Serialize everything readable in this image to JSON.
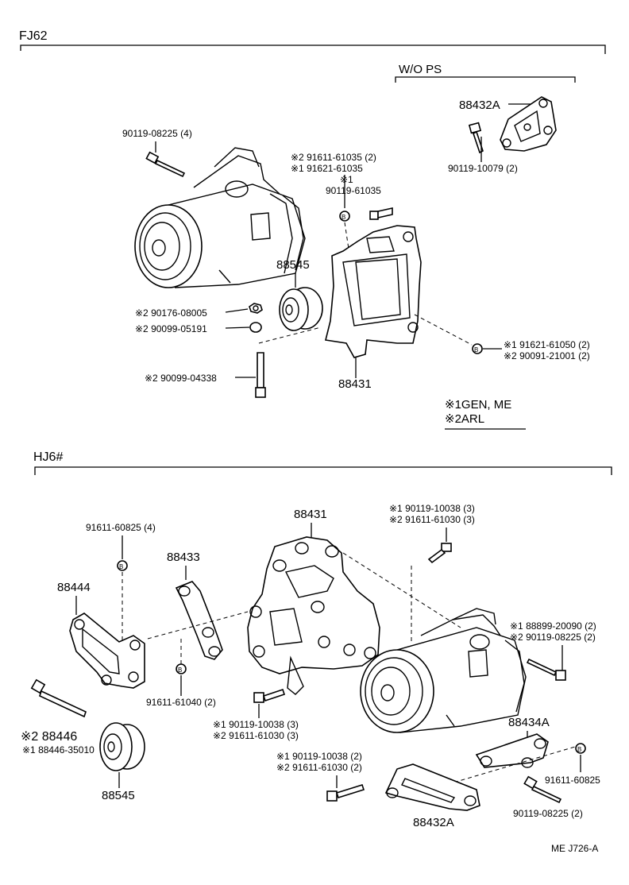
{
  "sections": {
    "top": {
      "title": "FJ62",
      "subgroup": "W/O PS",
      "labels": {
        "bracket_part": "88432A",
        "bolt_90119_10079": "90119-10079 (2)",
        "bolt_90119_08225": "90119-08225 (4)",
        "note_2_91611": "※2 91611-61035 (2)",
        "note_1_91621": "※1 91621-61035",
        "note_1": "※1",
        "bolt_90119_61035": "90119-61035",
        "idler_pulley": "88545",
        "nut_90176": "※2 90176-08005",
        "washer_90099_05191": "※2 90099-05191",
        "bolt_90099_04338": "※2 90099-04338",
        "bracket_88431": "88431",
        "note_1_91621_61050": "※1 91621-61050 (2)",
        "note_2_90091": "※2 90091-21001 (2)"
      },
      "legend": {
        "line1": "※1GEN, ME",
        "line2": "※2ARL"
      }
    },
    "bottom": {
      "title": "HJ6#",
      "labels": {
        "bracket_88431": "88431",
        "note_1_90119_10038": "※1 90119-10038 (3)",
        "note_2_91611_61030": "※2 91611-61030 (3)",
        "bolt_91611_60825": "91611-60825 (4)",
        "link_88433": "88433",
        "plate_88444": "88444",
        "note_1_88899": "※1 88899-20090 (2)",
        "note_2_90119_08225": "※2 90119-08225 (2)",
        "bolt_91611_61040": "91611-61040 (2)",
        "note_1_90119_10038_b": "※1 90119-10038 (3)",
        "note_2_91611_61030_b": "※2 91611-61030 (3)",
        "bolt_88446": "※2 88446",
        "bolt_88446_350": "※1 88446-35010",
        "pulley_88545": "88545",
        "stay_88434A": "88434A",
        "note_1_90119_10038_c": "※1 90119-10038 (2)",
        "note_2_91611_61030_c": "※2 91611-61030 (2)",
        "bolt_91611_60825_b": "91611-60825",
        "bracket_88432A": "88432A",
        "bolt_90119_08225_c": "90119-08225 (2)"
      }
    },
    "footer": "ME  J726-A"
  }
}
